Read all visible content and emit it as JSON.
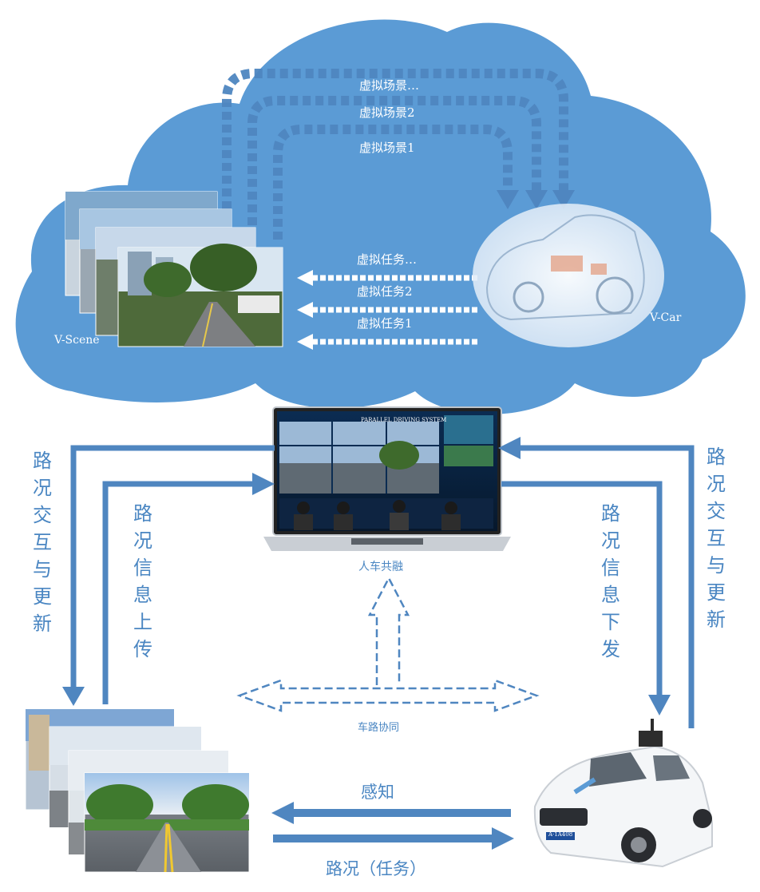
{
  "cloud": {
    "scene_label": "V-Scene",
    "car_label": "V-Car",
    "virtual_scenes": [
      "虚拟场景…",
      "虚拟场景2",
      "虚拟场景1"
    ],
    "virtual_tasks": [
      "虚拟任务…",
      "虚拟任务2",
      "虚拟任务1"
    ]
  },
  "center": {
    "title": "人车共融",
    "screen_banner": "PARALLEL DRIVING SYSTEM"
  },
  "flows": {
    "left_outer": "路况交互与更新",
    "left_inner": "路况信息上传",
    "right_inner": "路况信息下发",
    "right_outer": "路况交互与更新",
    "cooperation": "车路协同",
    "perception": "感知",
    "road_task": "路况（任务）"
  },
  "car_plate": "A·1A408",
  "colors": {
    "cloud": "#5b9bd5",
    "arrow": "#4f86c0",
    "text_blue": "#4a86c2"
  }
}
